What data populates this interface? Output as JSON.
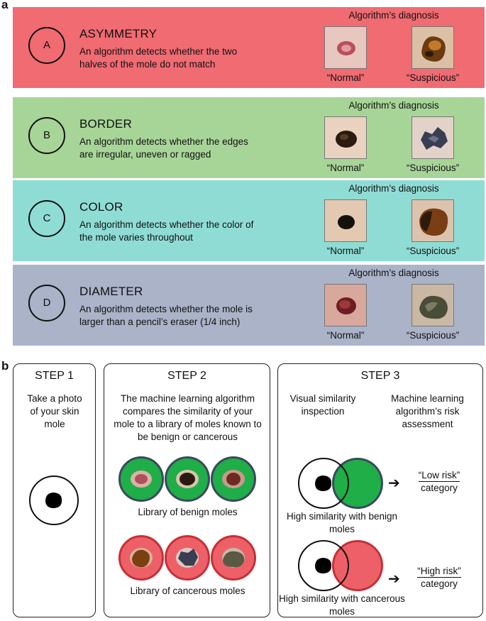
{
  "panel_a_label": "a",
  "panel_b_label": "b",
  "criteria": [
    {
      "letter": "A",
      "title": "ASYMMETRY",
      "description": "An algorithm detects whether the two halves of the mole do not match",
      "diagnosis_header": "Algorithm’s diagnosis",
      "normal_label": "“Normal”",
      "suspicious_label": "“Suspicious”",
      "color": "#f06b72"
    },
    {
      "letter": "B",
      "title": "BORDER",
      "description": "An algorithm detects whether the edges are irregular, uneven or ragged",
      "diagnosis_header": "Algorithm’s diagnosis",
      "normal_label": "“Normal”",
      "suspicious_label": "“Suspicious”",
      "color": "#a7d598"
    },
    {
      "letter": "C",
      "title": "COLOR",
      "description": "An algorithm detects whether the color of the mole varies throughout",
      "diagnosis_header": "Algorithm’s diagnosis",
      "normal_label": "“Normal”",
      "suspicious_label": "“Suspicious”",
      "color": "#8fdcd5"
    },
    {
      "letter": "D",
      "title": "DIAMETER",
      "description": "An algorithm detects whether the mole is larger than a pencil’s eraser (1/4 inch)",
      "diagnosis_header": "Algorithm’s diagnosis",
      "normal_label": "“Normal”",
      "suspicious_label": "“Suspicious”",
      "color": "#aab3c8"
    }
  ],
  "step1": {
    "title": "STEP 1",
    "text": "Take a photo of your skin mole"
  },
  "step2": {
    "title": "STEP 2",
    "text": "The machine learning algorithm compares the similarity of your mole to a library of moles known to be benign or cancerous",
    "benign_caption": "Library of benign moles",
    "cancer_caption": "Library of cancerous moles",
    "benign_color": "#1fae48",
    "cancer_color": "#ee6068"
  },
  "step3": {
    "title": "STEP 3",
    "col1_header": "Visual similarity inspection",
    "col2_header": "Machine learning algorithm’s risk assessment",
    "low_caption": "High similarity with benign moles",
    "high_caption": "High similarity with cancerous moles",
    "low_risk_line1": "“Low risk”",
    "low_risk_line2": "category",
    "high_risk_line1": "“High risk”",
    "high_risk_line2": "category",
    "arrow": "➔"
  }
}
